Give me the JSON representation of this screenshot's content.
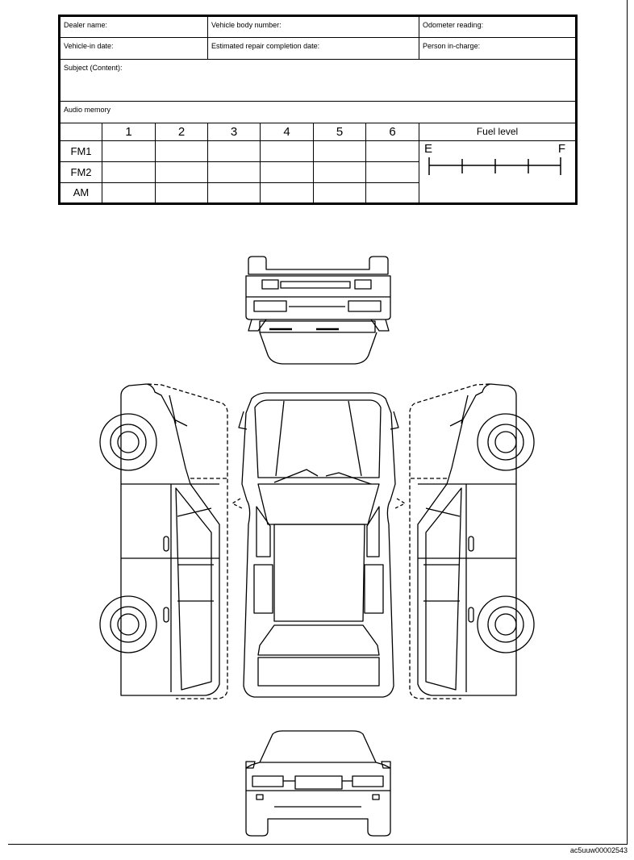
{
  "form": {
    "dealer_name_label": "Dealer name:",
    "vehicle_body_number_label": "Vehicle body number:",
    "odometer_reading_label": "Odometer reading:",
    "vehicle_in_date_label": "Vehicle-in date:",
    "estimated_completion_label": "Estimated repair completion date:",
    "person_in_charge_label": "Person in-charge:",
    "subject_label": "Subject (Content):",
    "audio_memory_label": "Audio memory",
    "preset_numbers": [
      "1",
      "2",
      "3",
      "4",
      "5",
      "6"
    ],
    "bands": [
      "FM1",
      "FM2",
      "AM"
    ],
    "fuel_level_label": "Fuel level",
    "fuel_empty": "E",
    "fuel_full": "F"
  },
  "footer": {
    "code": "ac5uuw00002543"
  }
}
